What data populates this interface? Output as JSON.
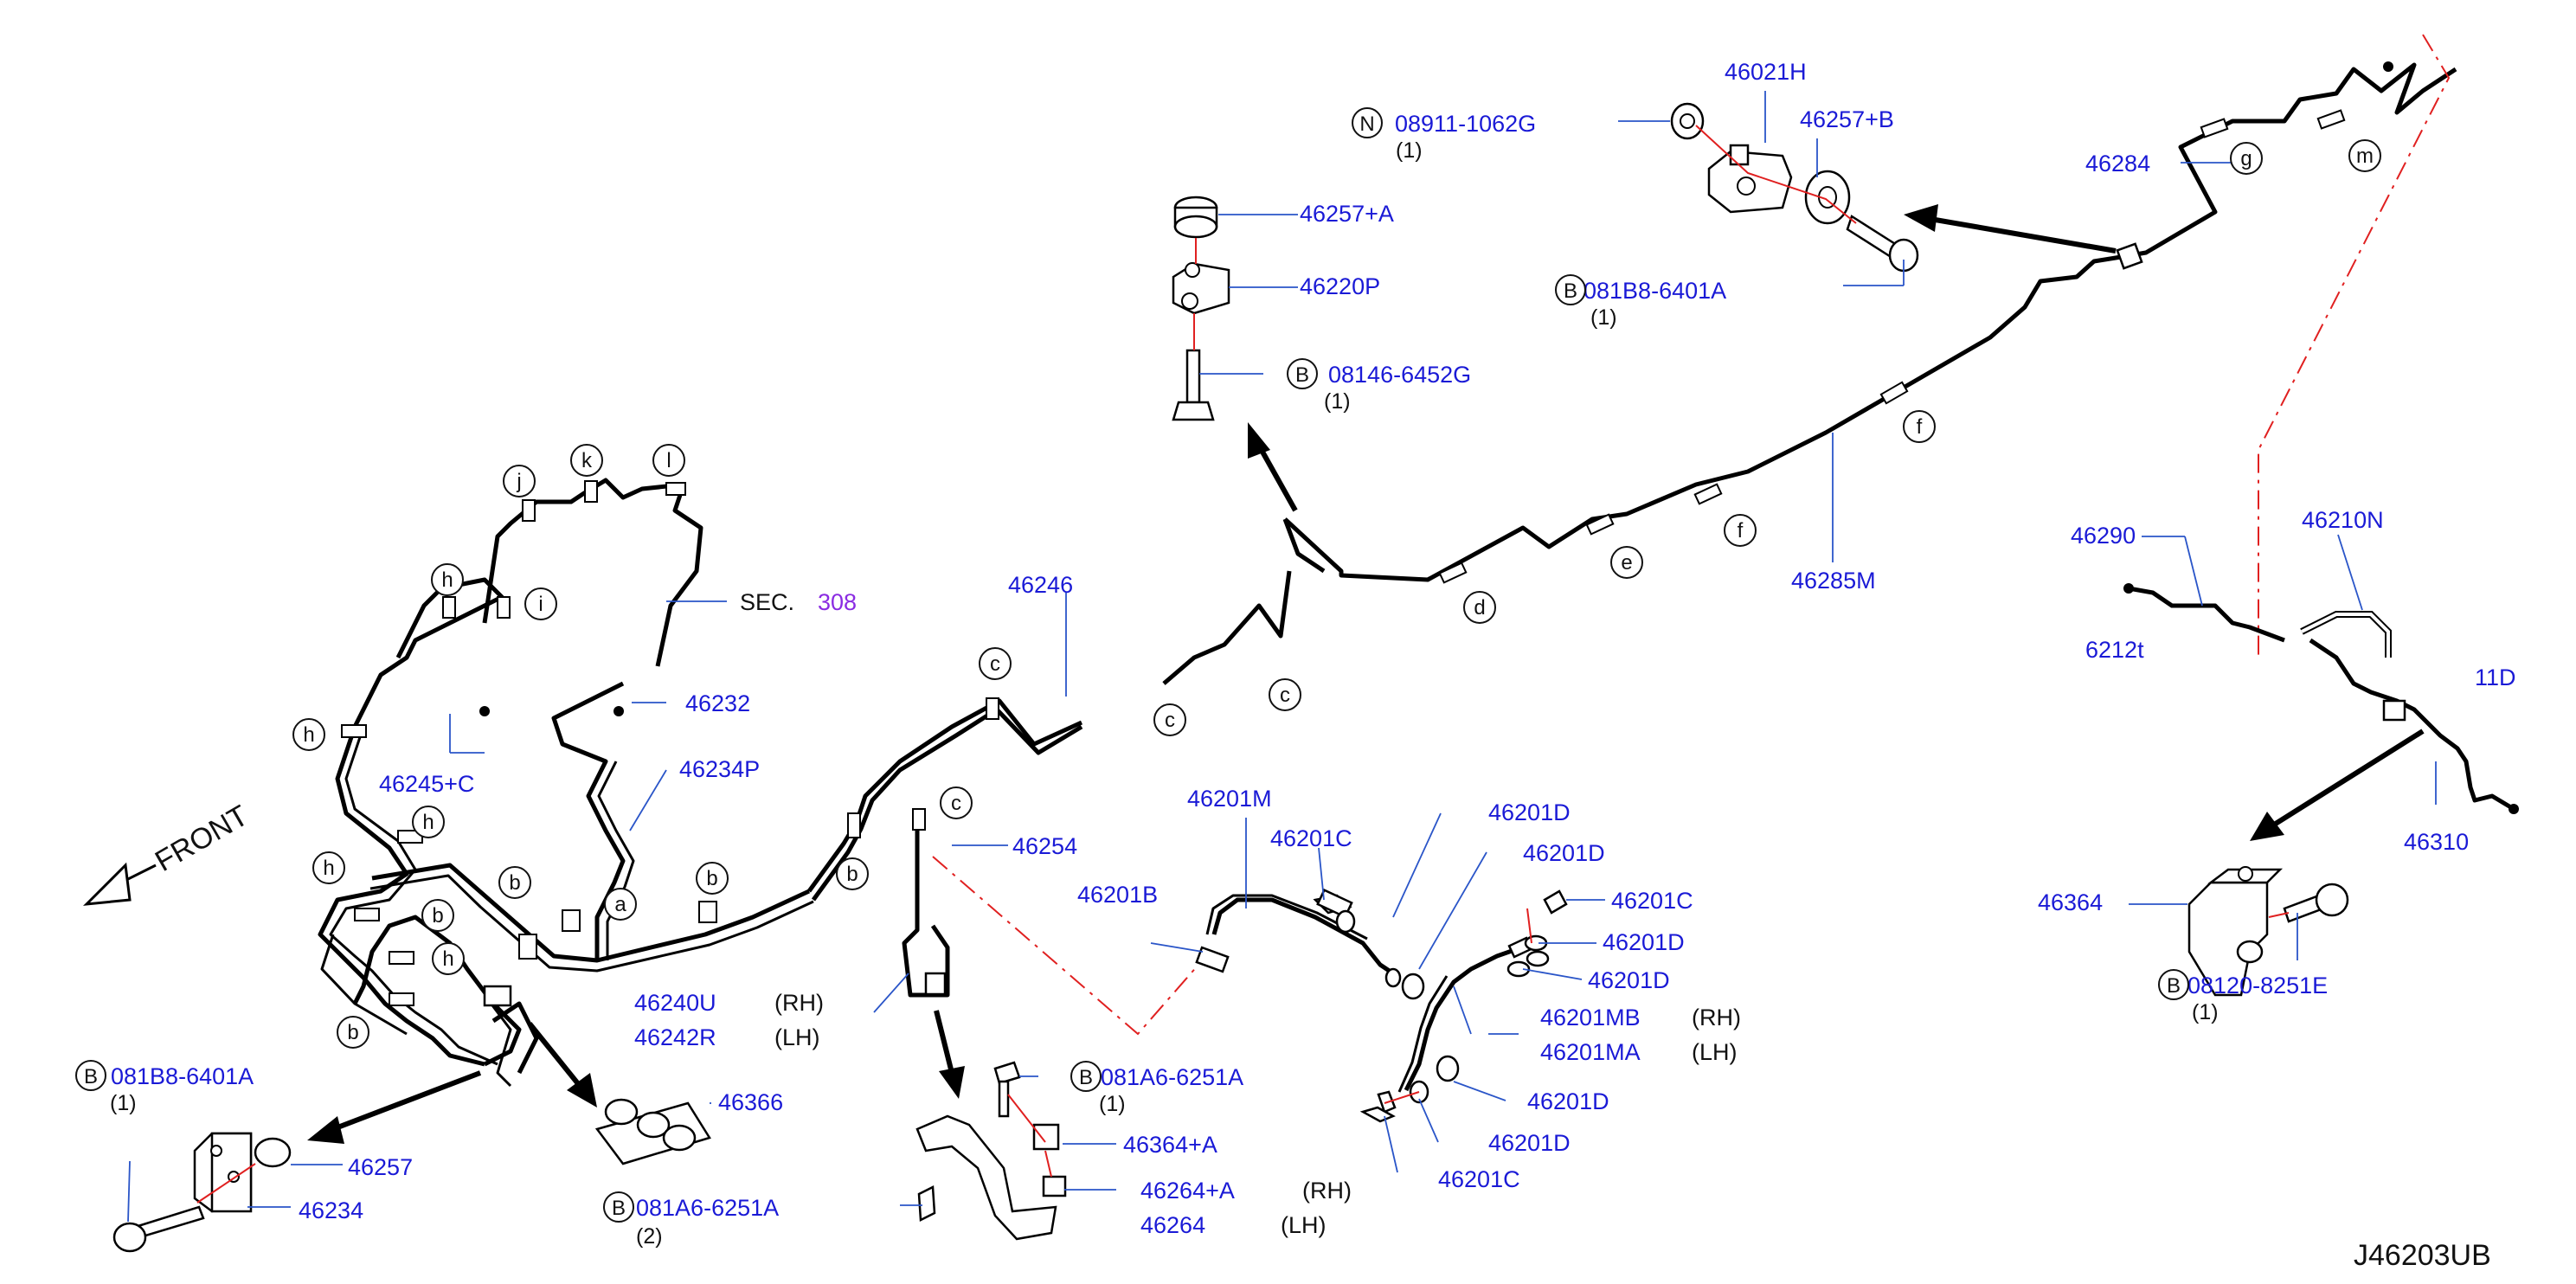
{
  "diagram_code": "J46203UB",
  "front_label": "FRONT",
  "section_ref": {
    "label": "SEC.",
    "number": "308"
  },
  "side_labels": {
    "rh": "(RH)",
    "lh": "(LH)"
  },
  "callouts": {
    "p46021H": "46021H",
    "p08911": "08911-1062G",
    "q08911": "(1)",
    "p46257B": "46257+B",
    "p46284": "46284",
    "p081B8_top": "081B8-6401A",
    "q081B8_top": "(1)",
    "p46257A": "46257+A",
    "p46220P": "46220P",
    "p08146": "08146-6452G",
    "q08146": "(1)",
    "p46285M": "46285M",
    "p46290": "46290",
    "p46210N": "46210N",
    "p6212t": "6212t",
    "p11D": "11D",
    "p46310": "46310",
    "p46364": "46364",
    "p08120": "08120-8251E",
    "q08120": "(1)",
    "p46246": "46246",
    "p46232": "46232",
    "p46234P": "46234P",
    "p46245C": "46245+C",
    "p46254": "46254",
    "p46201M": "46201M",
    "p46201C_1": "46201C",
    "p46201D_1": "46201D",
    "p46201D_2": "46201D",
    "p46201C_2": "46201C",
    "p46201D_3": "46201D",
    "p46201D_4": "46201D",
    "p46201B": "46201B",
    "p46201MB": "46201MB",
    "p46201MA": "46201MA",
    "p46201D_5": "46201D",
    "p46201D_6": "46201D",
    "p46201C_3": "46201C",
    "p46240U": "46240U",
    "p46242R": "46242R",
    "p081A6_mid": "081A6-6251A",
    "q081A6_mid": "(1)",
    "p46364A": "46364+A",
    "p46264A": "46264+A",
    "p46264": "46264",
    "p081B8_bot": "081B8-6401A",
    "q081B8_bot": "(1)",
    "p46257": "46257",
    "p46234": "46234",
    "p46366": "46366",
    "p081A6_bot": "081A6-6251A",
    "q081A6_bot": "(2)"
  },
  "bubble_letters": {
    "N": "N",
    "B": "B",
    "a": "a",
    "b": "b",
    "c": "c",
    "d": "d",
    "e": "e",
    "f": "f",
    "g": "g",
    "h": "h",
    "i": "i",
    "j": "j",
    "k": "k",
    "l": "l",
    "m": "m"
  }
}
